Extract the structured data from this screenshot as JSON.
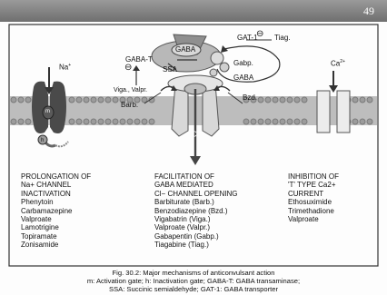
{
  "page_number": "49",
  "diagram": {
    "labels": {
      "gat1": "GAT-1",
      "tiag": "Tiag.",
      "gaba_vesicle": "GABA",
      "gaba_t": "GABA-T",
      "gabp": "Gabp.",
      "ssa": "SSA",
      "gaba_free": "GABA",
      "viga_valpr": "Viga., Valpr.",
      "barb": "Barb.",
      "bzd": "Bzd.",
      "na_ion": "Na",
      "ca_ion": "Ca",
      "cl_ion": "Cl",
      "gate_m": "m",
      "gate_h": "h"
    },
    "symbols": {
      "inhibit": "⊖"
    }
  },
  "columns": [
    {
      "heading": [
        "PROLONGATION OF",
        "Na+ CHANNEL",
        "INACTIVATION"
      ],
      "drugs": [
        "Phenytoin",
        "Carbamazepine",
        "Valproate",
        "Lamotrigine",
        "Topiramate",
        "Zonisamide"
      ]
    },
    {
      "heading": [
        "FACILITATION OF",
        "GABA MEDIATED",
        "Cl− CHANNEL OPENING"
      ],
      "drugs": [
        "Barbiturate (Barb.)",
        "Benzodiazepine (Bzd.)",
        "Vigabatrin (Viga.)",
        "Valproate (Valpr.)",
        "Gabapentin (Gabp.)",
        "Tiagabine (Tiag.)"
      ]
    },
    {
      "heading": [
        "INHIBITION OF",
        "'T' TYPE Ca2+",
        "CURRENT"
      ],
      "drugs": [
        "Ethosuximide",
        "Trimethadione",
        "Valproate"
      ]
    }
  ],
  "caption": {
    "line1": "Fig. 30.2: Major mechanisms of anticonvulsant action",
    "line2": "m: Activation gate; h: Inactivation gate; GABA-T: GABA transaminase;",
    "line3": "SSA: Succinic semialdehyde; GAT-1: GABA transporter"
  },
  "colors": {
    "header_bar": "#7f7f7f",
    "membrane": "#9a9a9a",
    "channel_dark": "#4a4a4a",
    "channel_light": "#d8d8d8"
  }
}
